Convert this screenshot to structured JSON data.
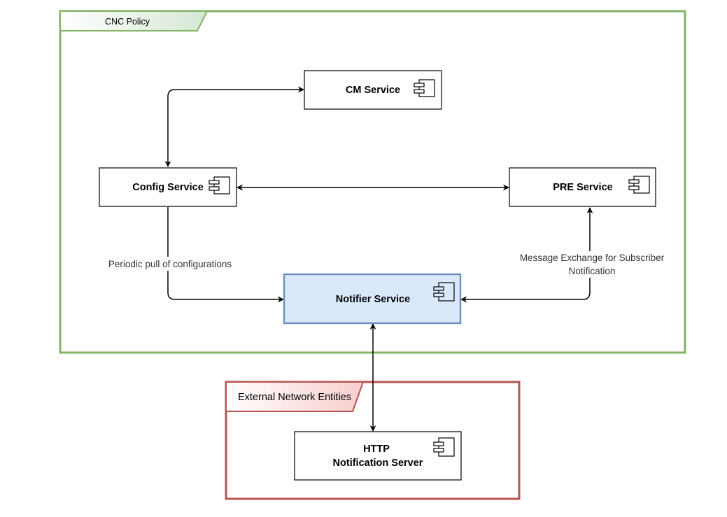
{
  "groups": {
    "cnc_policy": {
      "label": "CNC Policy",
      "color": "#82b366",
      "fill": "#d5e8d4"
    },
    "external": {
      "label": "External Network Entities",
      "color": "#b85450",
      "fill": "#f8cecc"
    }
  },
  "components": {
    "cm": {
      "label": "CM Service"
    },
    "config": {
      "label": "Config Service"
    },
    "pre": {
      "label": "PRE Service"
    },
    "notifier": {
      "label": "Notifier Service",
      "fill": "#dae8fc",
      "stroke": "#6c8ebf"
    },
    "http": {
      "label_line1": "HTTP",
      "label_line2": "Notification Server"
    }
  },
  "edges": {
    "config_notifier": {
      "label": "Periodic pull of configurations"
    },
    "pre_notifier": {
      "label_line1": "Message Exchange for Subscriber",
      "label_line2": "Notification"
    }
  },
  "icons": {
    "component": "uml-component-icon"
  }
}
